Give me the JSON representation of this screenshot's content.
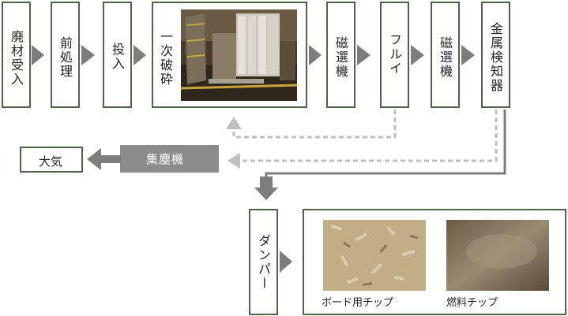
{
  "steps": {
    "s1": "廃材受入",
    "s2": "前処理",
    "s3": "投入",
    "s4": "一次破砕",
    "s5": "磁選機",
    "s6": "フルイ",
    "s7": "磁選機",
    "s8": "金属検知器",
    "dumper": "ダンパー"
  },
  "dust": {
    "collector": "集塵機",
    "atmosphere": "大気"
  },
  "products": {
    "board": "ボード用チップ",
    "fuel": "燃料チップ"
  },
  "colors": {
    "border": "#4e6448",
    "arrow": "#7d7d7d",
    "dashed": "#bfbfbf",
    "collector_bg": "#8c8c8c"
  }
}
